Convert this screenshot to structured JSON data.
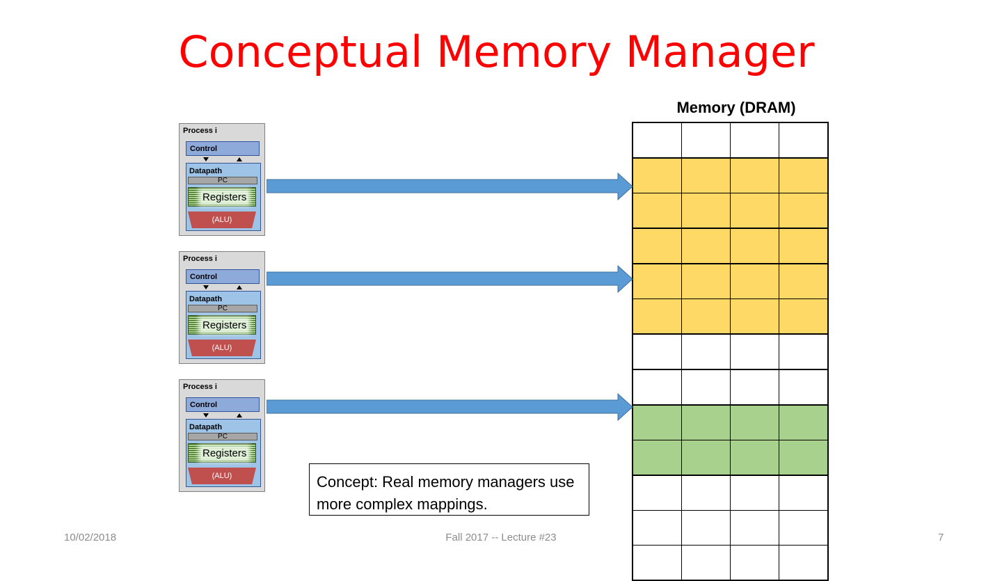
{
  "slide": {
    "title": "Conceptual Memory Manager",
    "title_color": "#ff0000"
  },
  "memory": {
    "title": "Memory (DRAM)",
    "columns": 4,
    "rows": [
      "free",
      "yellow",
      "yellow",
      "yellow",
      "yellow",
      "yellow",
      "free",
      "free",
      "green",
      "green",
      "free",
      "free",
      "free"
    ],
    "group_borders": [
      1,
      3,
      4,
      6,
      7,
      8,
      10
    ],
    "colors": {
      "free": "#ffffff",
      "yellow": "#ffd966",
      "green": "#a9d18e"
    }
  },
  "processes": [
    {
      "title": "Process i",
      "control": "Control",
      "datapath": "Datapath",
      "pc": "PC",
      "registers": "Registers",
      "alu": "(ALU)"
    },
    {
      "title": "Process i",
      "control": "Control",
      "datapath": "Datapath",
      "pc": "PC",
      "registers": "Registers",
      "alu": "(ALU)"
    },
    {
      "title": "Process i",
      "control": "Control",
      "datapath": "Datapath",
      "pc": "PC",
      "registers": "Registers",
      "alu": "(ALU)"
    }
  ],
  "arrows": [
    {
      "from": "process-1",
      "to_row": 1
    },
    {
      "from": "process-2",
      "to_row": 4
    },
    {
      "from": "process-3",
      "to_row": 8
    }
  ],
  "concept_box": {
    "text": "Concept: Real memory managers use more complex mappings."
  },
  "footer": {
    "date": "10/02/2018",
    "course": "Fall 2017 -- Lecture #23",
    "page": "7"
  }
}
